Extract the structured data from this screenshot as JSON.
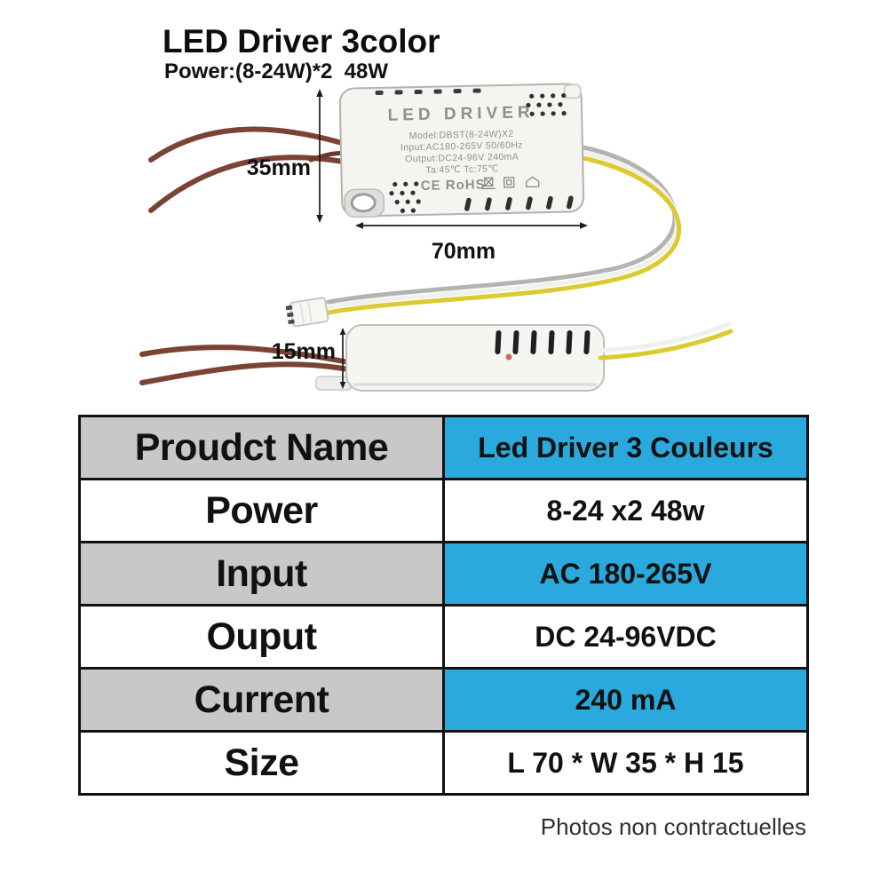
{
  "header": {
    "title": "LED Driver 3color",
    "subtitle": "Power:(8-24W)*2  48W"
  },
  "photo": {
    "device_top_view": {
      "brand_text": "LED DRIVER",
      "label_lines": [
        "Model:DBST(8-24W)X2",
        "Input:AC180-265V 50/60Hz",
        "Output:DC24-96V 240mA",
        "Ta:45℃ Tc:75℃"
      ],
      "cert_text": "CE RoHS"
    },
    "dimensions": {
      "width": "70mm",
      "height": "35mm",
      "depth": "15mm"
    },
    "colors": {
      "wire_brown": "#7b4334",
      "wire_yellow": "#ddca2e",
      "wire_gray": "#b3b3b1",
      "device_body": "#f4f4f1"
    }
  },
  "table": {
    "rows": [
      {
        "label": "Proudct Name",
        "value": "Led Driver 3 Couleurs"
      },
      {
        "label": "Power",
        "value": "8-24 x2 48w"
      },
      {
        "label": "Input",
        "value": "AC 180-265V"
      },
      {
        "label": "Ouput",
        "value": "DC 24-96VDC"
      },
      {
        "label": "Current",
        "value": "240 mA"
      },
      {
        "label": "Size",
        "value": "L 70 * W 35 * H 15"
      }
    ],
    "colors": {
      "value_highlight_bg": "#29a9dd",
      "label_highlight_bg": "#c8c8c8",
      "border": "#111111"
    }
  },
  "footer": {
    "note": "Photos non contractuelles"
  }
}
